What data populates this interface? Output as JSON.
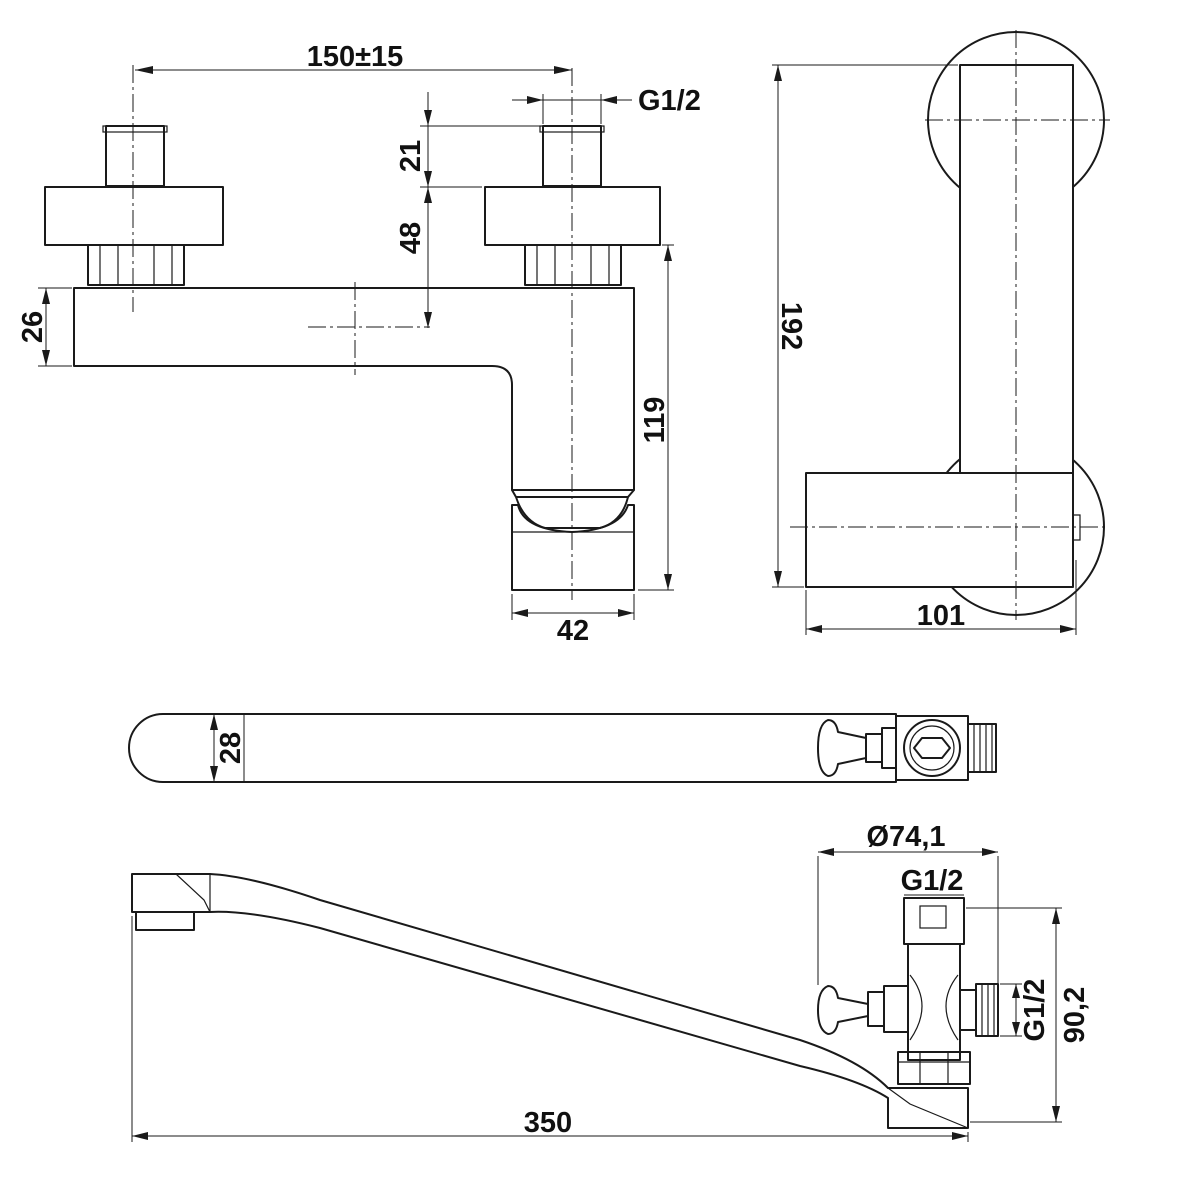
{
  "drawing": {
    "front_view": {
      "centre_distance": "150±15",
      "inlet_thread": "G1/2",
      "nipple_length": "21",
      "eccentric_height": "48",
      "body_height": "26",
      "overall_height": "119",
      "outlet_width": "42"
    },
    "side_view": {
      "height": "192",
      "depth": "101"
    },
    "top_view": {
      "spout_width": "28"
    },
    "spout_view": {
      "diameter": "Ø74,1",
      "top_thread": "G1/2",
      "side_thread": "G1/2",
      "body_height": "90,2",
      "spout_length": "350"
    }
  },
  "colors": {
    "line": "#1a1a1a",
    "background": "#ffffff"
  }
}
